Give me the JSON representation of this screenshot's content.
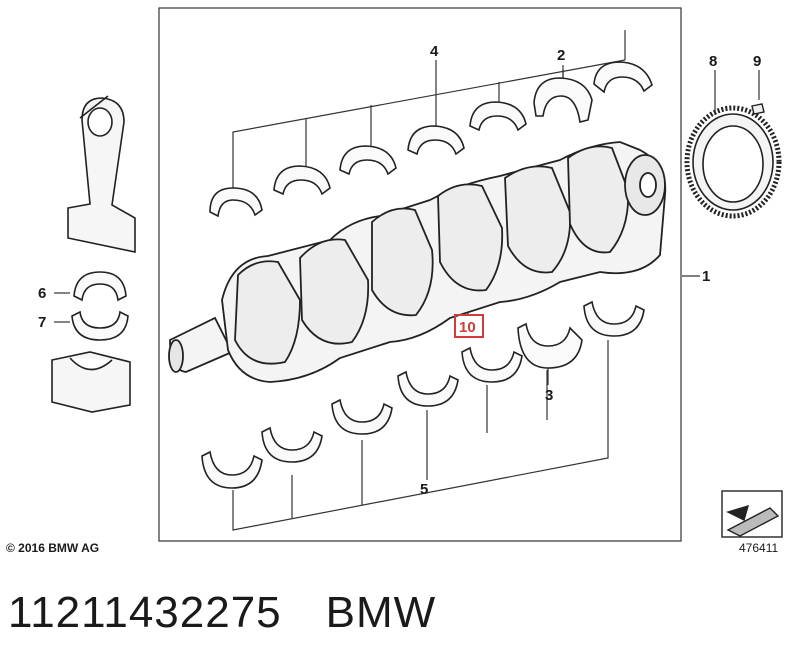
{
  "callouts": {
    "c1": "1",
    "c2": "2",
    "c3": "3",
    "c4": "4",
    "c5": "5",
    "c6": "6",
    "c7": "7",
    "c8": "8",
    "c9": "9",
    "c10": "10"
  },
  "highlight_color": "#d33a3a",
  "copyright": "© 2016 BMW AG",
  "diagram_ref": "476411",
  "caption": {
    "part_number": "11211432275",
    "brand": "BMW"
  }
}
